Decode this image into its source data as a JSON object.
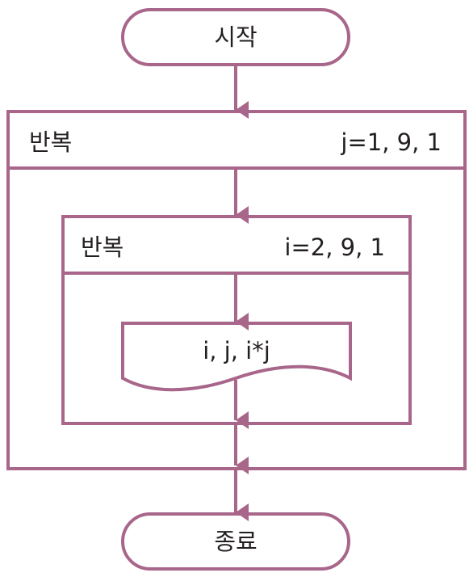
{
  "colors": {
    "stroke": "#a8668a",
    "text": "#231f20",
    "background": "#ffffff"
  },
  "flowchart": {
    "start": {
      "label": "시작"
    },
    "outer_loop": {
      "keyword": "반복",
      "condition": "j=1, 9, 1"
    },
    "inner_loop": {
      "keyword": "반복",
      "condition": "i=2, 9, 1"
    },
    "output": {
      "label": "i, j, i*j"
    },
    "end": {
      "label": "종료"
    }
  }
}
